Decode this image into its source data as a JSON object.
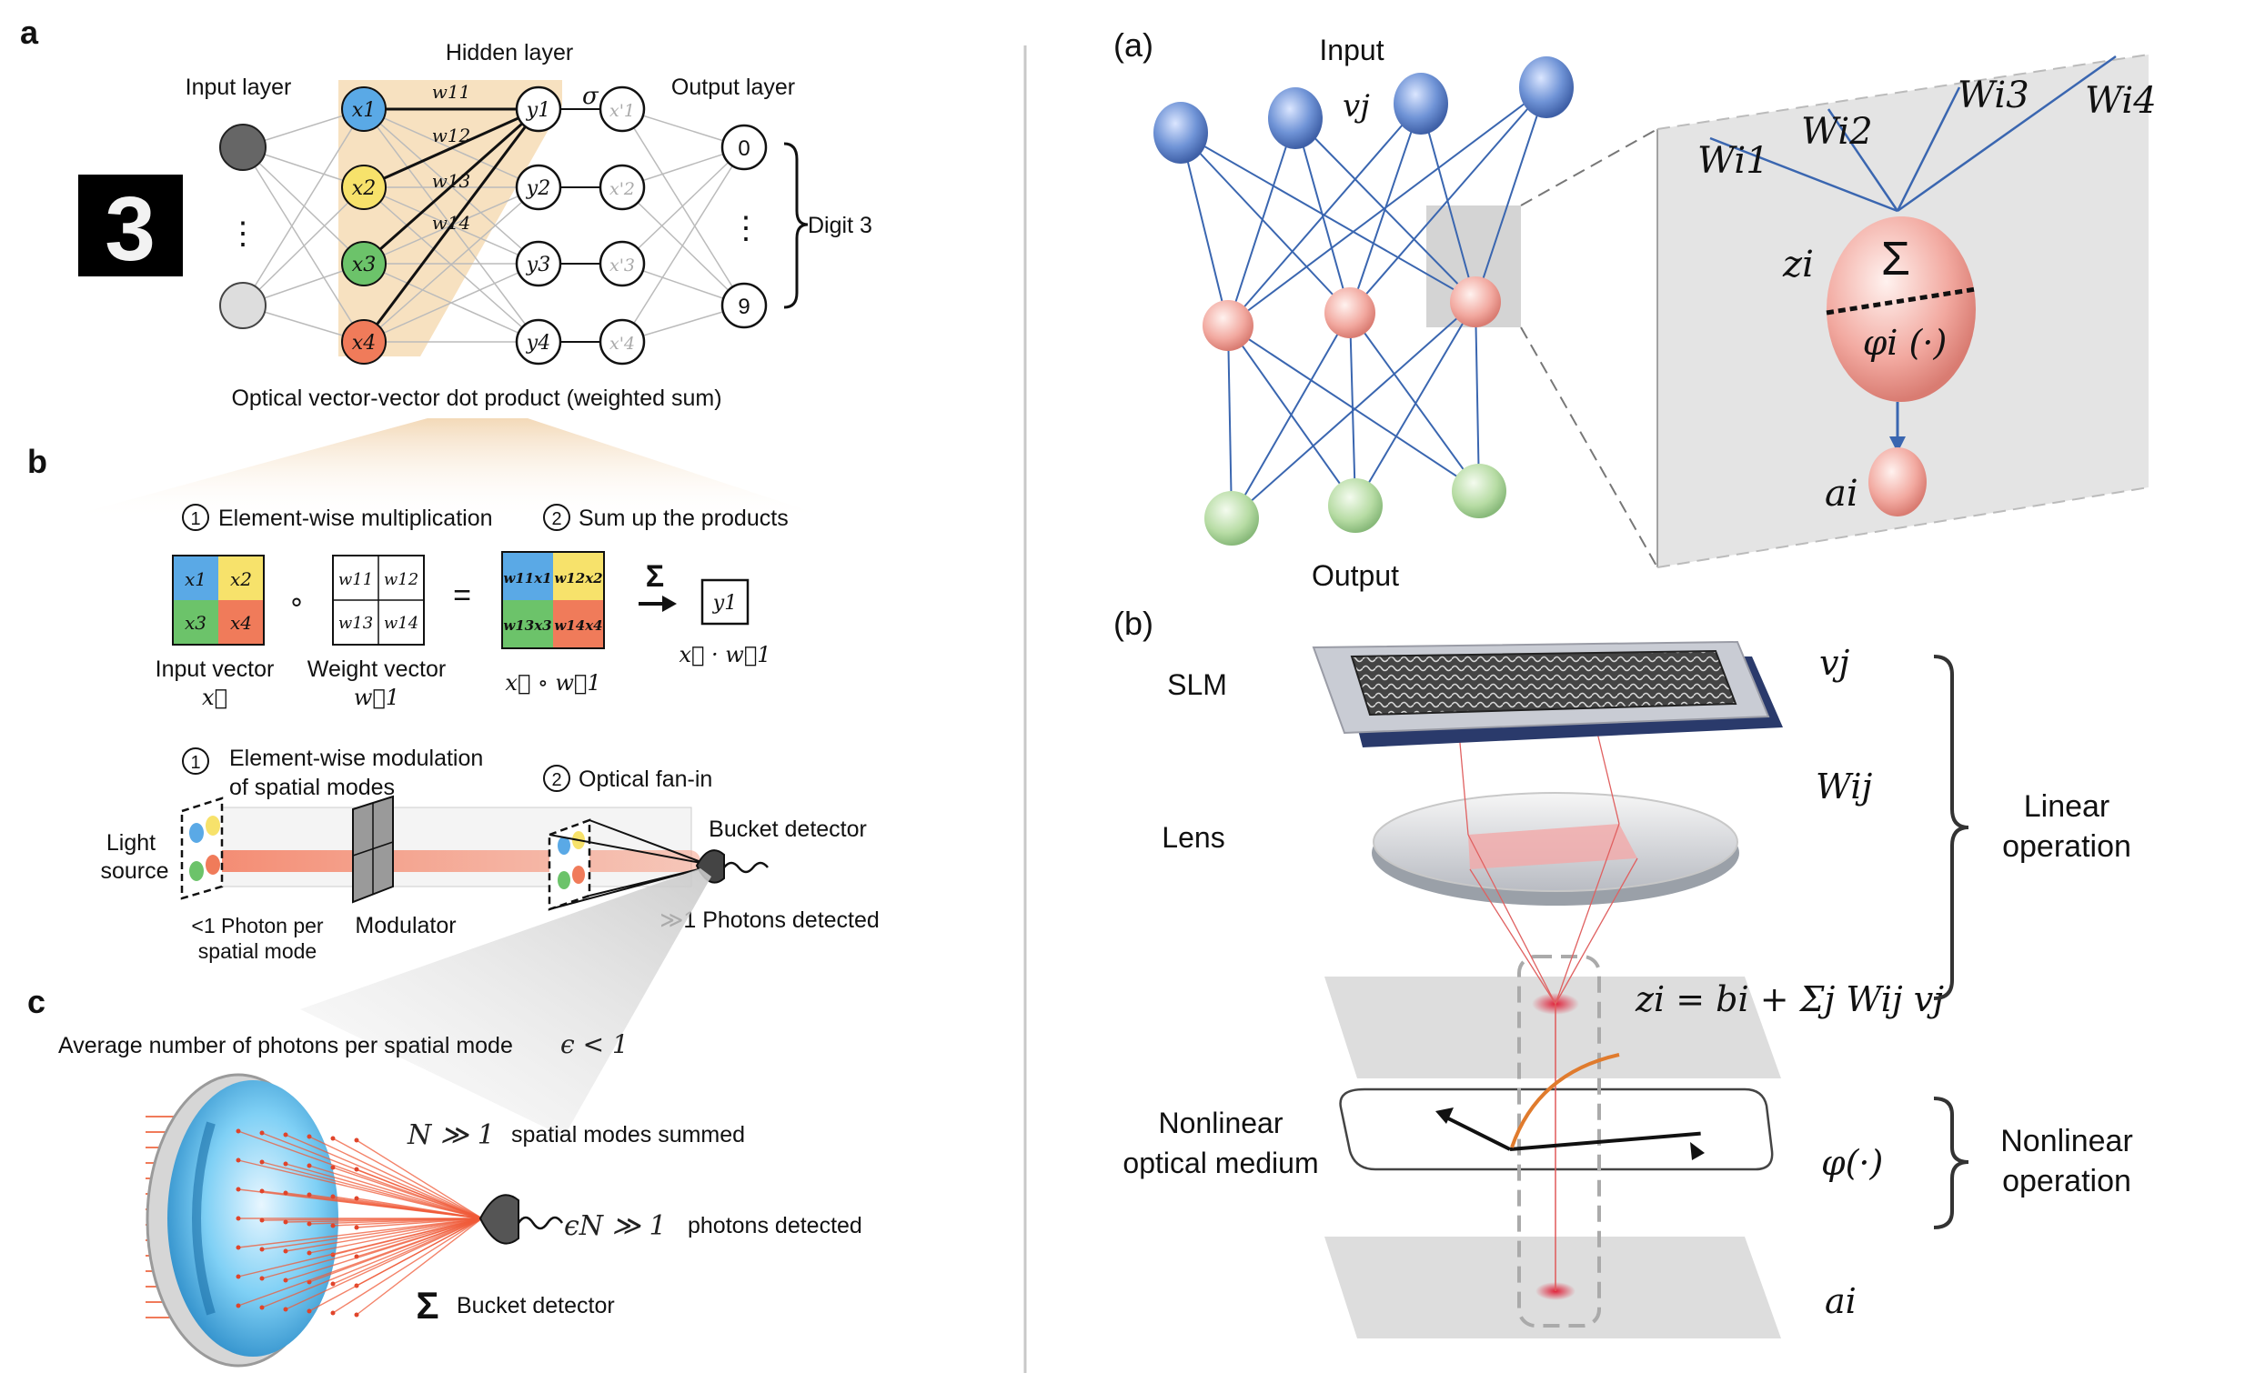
{
  "left_panel": {
    "panel_a": {
      "label": "a",
      "input_layer": "Input layer",
      "hidden_layer": "Hidden layer",
      "output_layer": "Output layer",
      "hidden_nodes": [
        "x1",
        "x2",
        "x3",
        "x4"
      ],
      "weights": [
        "w11",
        "w12",
        "w13",
        "w14"
      ],
      "y_nodes": [
        "y1",
        "y2",
        "y3",
        "y4"
      ],
      "x_prime_nodes": [
        "x'1",
        "x'2",
        "x'3",
        "x'4"
      ],
      "sigma": "σ",
      "output_nodes": [
        "0",
        "9"
      ],
      "digit_brace": "Digit 3",
      "input_digit": "3",
      "dots": "⋮",
      "caption": "Optical vector-vector dot product (weighted sum)",
      "colors": {
        "x1": "#5aa9e6",
        "x2": "#f7e26b",
        "x3": "#6cc36a",
        "x4": "#f07b5a",
        "hidden_band": "#f6dcb5"
      }
    },
    "panel_b": {
      "label": "b",
      "step1_num": "1",
      "step1": "Element-wise multiplication",
      "step2_num": "2",
      "step2": "Sum up the products",
      "input_cells": [
        "x1",
        "x2",
        "x3",
        "x4"
      ],
      "weight_cells": [
        "w11",
        "w12",
        "w13",
        "w14"
      ],
      "product_cells": [
        "w11x1",
        "w12x2",
        "w13x3",
        "w14x4"
      ],
      "circ_op": "∘",
      "equals": "=",
      "sum_symbol": "Σ",
      "result": "y1",
      "input_vector_label": "Input vector",
      "input_vector_sym": "x⃗",
      "weight_vector_label": "Weight vector",
      "weight_vector_sym": "w⃗1",
      "hadamard_sym": "x⃗ ∘ w⃗1",
      "dot_sym": "x⃗ · w⃗1",
      "mod1_num": "1",
      "mod1_line1": "Element-wise modulation",
      "mod1_line2": "of spatial modes",
      "mod2_num": "2",
      "mod2": "Optical fan-in",
      "light_source_1": "Light",
      "light_source_2": "source",
      "photon_label_1": "<1 Photon per",
      "photon_label_2": "spatial mode",
      "modulator": "Modulator",
      "bucket_detector": "Bucket detector",
      "photons_detected": "≫1 Photons detected"
    },
    "panel_c": {
      "label": "c",
      "avg_text": "Average number of photons per spatial mode",
      "eps_expr": "ϵ < 1",
      "modes_expr": "N ≫ 1",
      "modes_text": "spatial modes summed",
      "det_expr": "ϵN ≫ 1",
      "det_text": "photons detected",
      "sum_symbol": "Σ",
      "bucket_detector": "Bucket detector"
    }
  },
  "right_panel": {
    "panel_a": {
      "label": "(a)",
      "input": "Input",
      "output": "Output",
      "vj": "vj",
      "weights": [
        "Wi1",
        "Wi2",
        "Wi3",
        "Wi4"
      ],
      "zi": "zi",
      "sum_symbol": "Σ",
      "phi": "φi (·)",
      "ai": "ai",
      "colors": {
        "input": "#6f93d6",
        "hidden": "#f2a9a0",
        "output": "#b7dca4",
        "edges": "#3a66b0"
      }
    },
    "panel_b": {
      "label": "(b)",
      "slm": "SLM",
      "lens": "Lens",
      "nonlinear_1": "Nonlinear",
      "nonlinear_2": "optical medium",
      "vj": "vj",
      "wij": "Wij",
      "zi_eq": "zi = bi + Σj Wij vj",
      "phi": "φ(·)",
      "ai": "ai",
      "linear_1": "Linear",
      "linear_2": "operation",
      "nonlinear_op_1": "Nonlinear",
      "nonlinear_op_2": "operation"
    }
  }
}
